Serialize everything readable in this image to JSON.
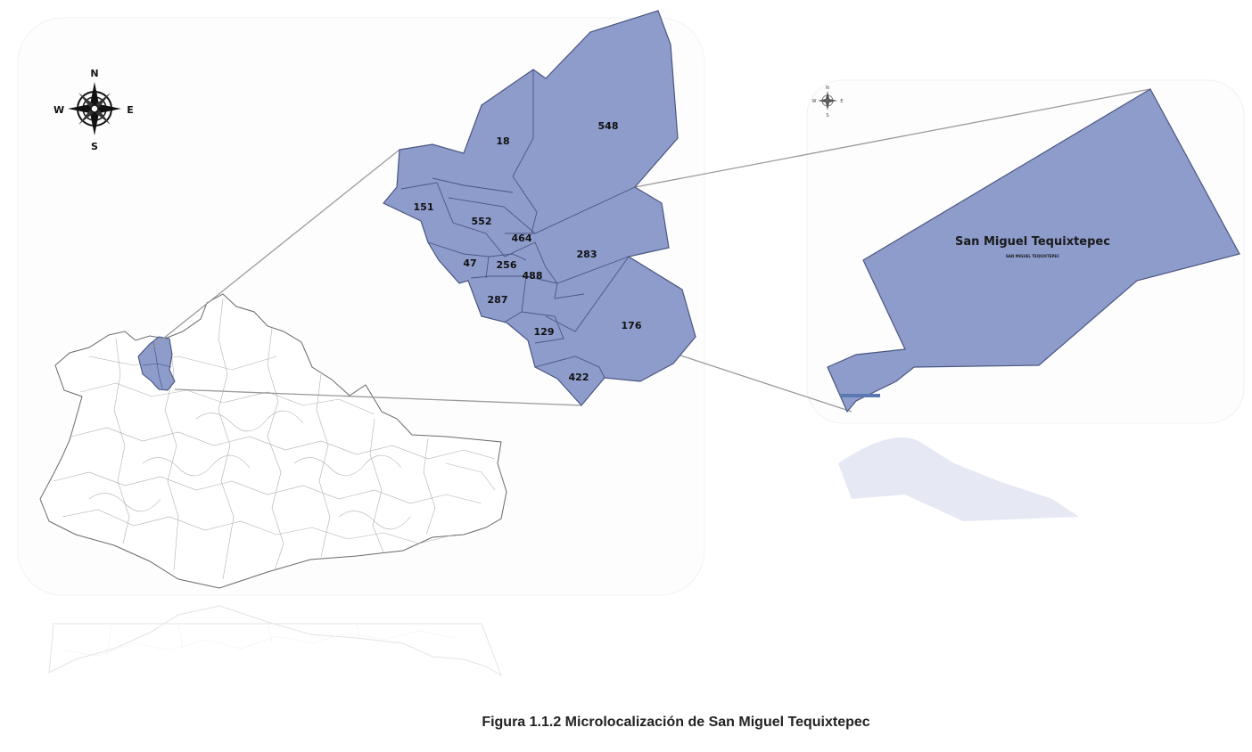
{
  "compass_large": {
    "n": "N",
    "s": "S",
    "e": "E",
    "w": "W"
  },
  "compass_small": {
    "n": "N",
    "s": "S",
    "e": "E",
    "w": "W"
  },
  "municipality_labels": [
    "548",
    "18",
    "151",
    "552",
    "464",
    "283",
    "47",
    "256",
    "488",
    "287",
    "176",
    "129",
    "422"
  ],
  "town": {
    "title": "San Miguel Tequixtepec",
    "subtitle": "SAN MIGUEL TEQUIXTEPEC"
  },
  "caption": "Figura 1.1.2 Microlocalización de San Miguel Tequixtepec",
  "colors": {
    "region_fill": "#8e9ccc",
    "region_stroke": "#4a5680",
    "connector": "#9a9a9a"
  }
}
